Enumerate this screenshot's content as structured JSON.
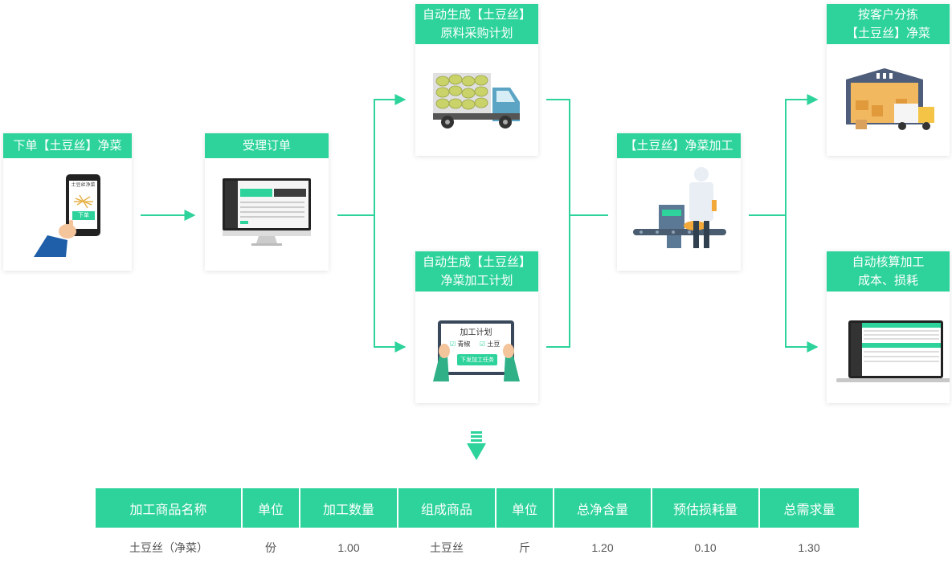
{
  "steps": {
    "order": {
      "title_line1": "下单【土豆丝】净菜",
      "phone_text": "土豆丝净菜",
      "phone_button": "下单"
    },
    "accept": {
      "title_line1": "受理订单"
    },
    "purchase_plan": {
      "title_line1": "自动生成【土豆丝】",
      "title_line2": "原料采购计划"
    },
    "process_plan": {
      "title_line1": "自动生成【土豆丝】",
      "title_line2": "净菜加工计划",
      "tablet_title": "加工计划",
      "check_item_1": "青椒",
      "check_item_2": "土豆",
      "tablet_button": "下发加工任务"
    },
    "processing": {
      "title_line1": "【土豆丝】净菜加工"
    },
    "sorting": {
      "title_line1": "按客户分拣",
      "title_line2": "【土豆丝】净菜"
    },
    "costing": {
      "title_line1": "自动核算加工",
      "title_line2": "成本、损耗"
    }
  },
  "colors": {
    "accent": "#2dd39b",
    "truck": "#5ba4c4"
  },
  "table": {
    "headers": [
      "加工商品名称",
      "单位",
      "加工数量",
      "组成商品",
      "单位",
      "总净含量",
      "预估损耗量",
      "总需求量"
    ],
    "row": [
      "土豆丝（净菜）",
      "份",
      "1.00",
      "土豆丝",
      "斤",
      "1.20",
      "0.10",
      "1.30"
    ]
  }
}
